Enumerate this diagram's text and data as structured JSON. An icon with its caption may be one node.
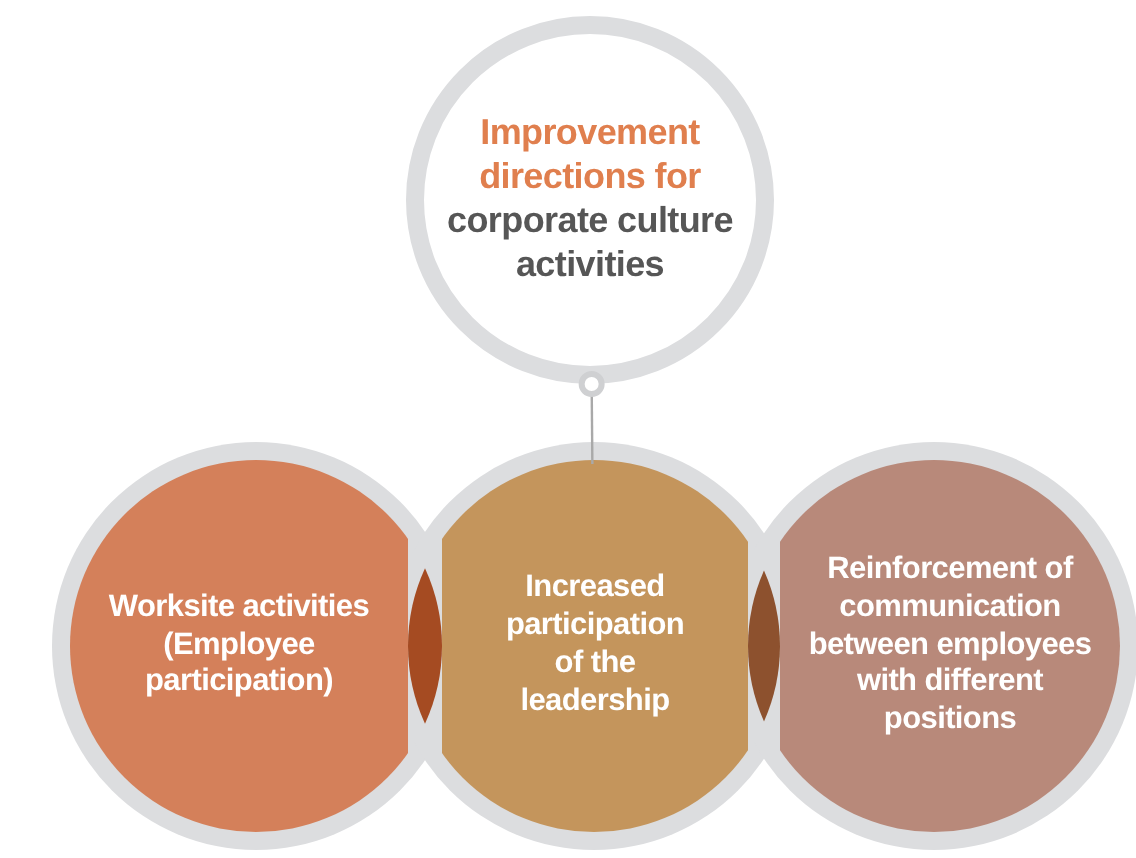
{
  "diagram": {
    "nodes": [
      {
        "text": [
          "Improvement directions for",
          "corporate culture activities"
        ]
      },
      {
        "text": [
          "Worksite activities (Employee participation)"
        ]
      },
      {
        "text": [
          "Increased participation of the leadership"
        ]
      },
      {
        "text": [
          "Reinforcement of communication between employees with different positions"
        ]
      }
    ],
    "edges": [
      {
        "from": 0,
        "to": 2,
        "arrow": "other"
      }
    ]
  }
}
